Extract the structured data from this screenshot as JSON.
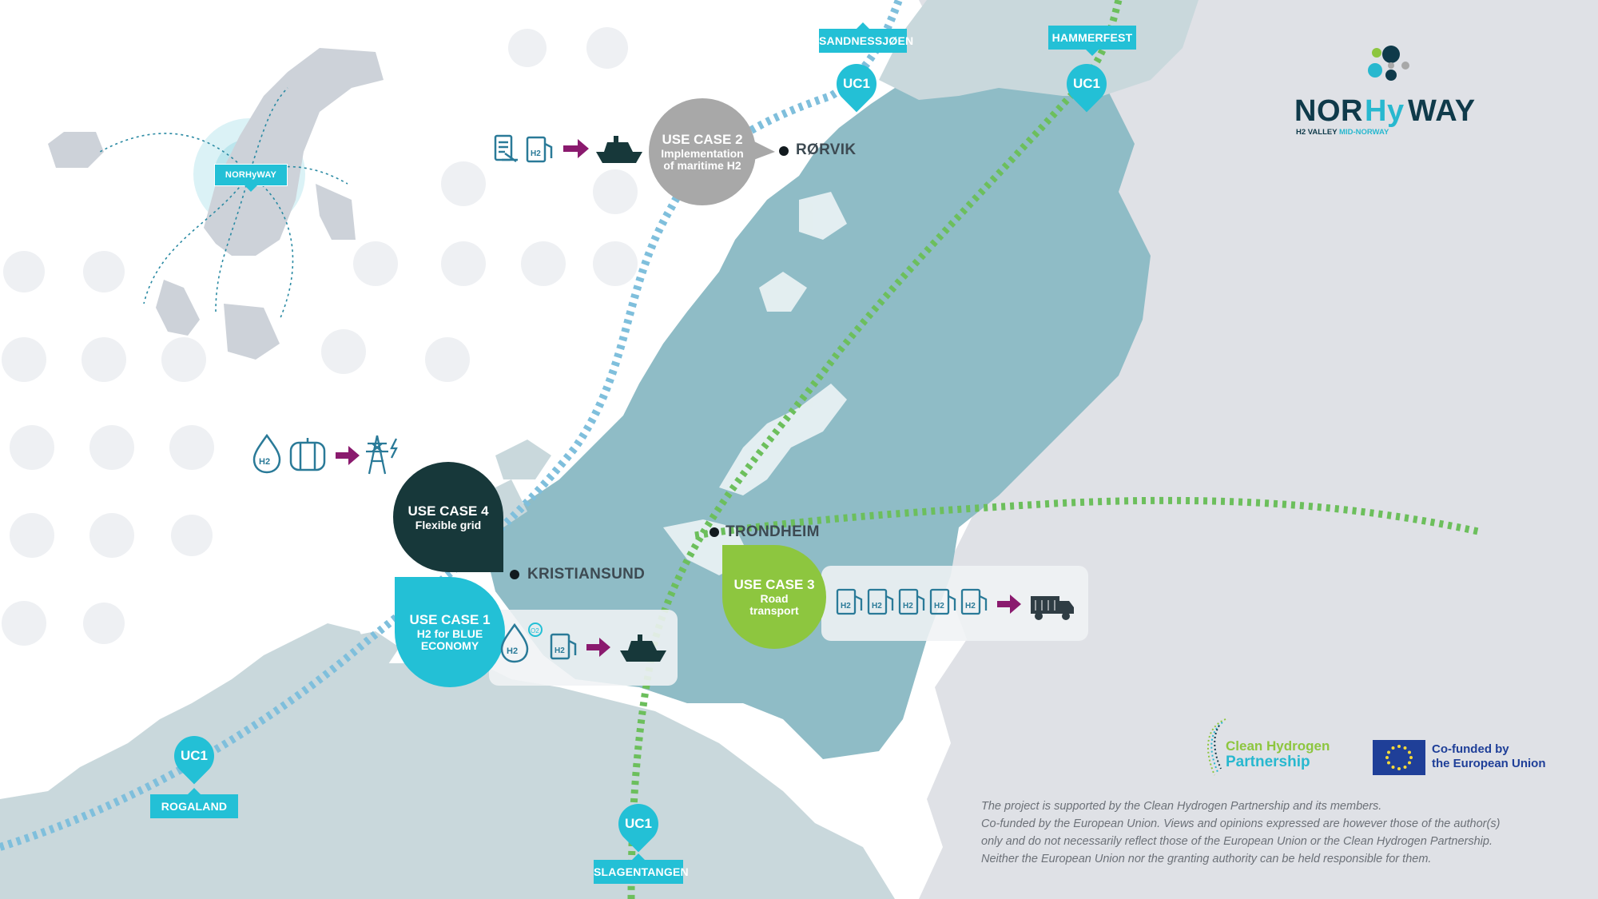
{
  "inset": {
    "label": "NORHyWAY"
  },
  "logo": {
    "name_part1": "NOR",
    "name_part2": "Hy",
    "name_part3": "WAY",
    "tagline_part1": "H2 VALLEY",
    "tagline_part2": "MID-NORWAY",
    "colors": {
      "dark": "#0f3a4a",
      "accent": "#28b8cf",
      "green": "#8dc63f"
    }
  },
  "locations": [
    {
      "name": "SANDNESSJØEN",
      "pin": "UC1"
    },
    {
      "name": "HAMMERFEST",
      "pin": "UC1"
    },
    {
      "name": "ROGALAND",
      "pin": "UC1"
    },
    {
      "name": "SLAGENTANGEN",
      "pin": "UC1"
    }
  ],
  "cities": {
    "rorvik": "RØRVIK",
    "kristiansund": "KRISTIANSUND",
    "trondheim": "TRONDHEIM"
  },
  "use_cases": {
    "uc1": {
      "title": "USE CASE 1",
      "subtitle_line1": "H2 for BLUE",
      "subtitle_line2": "ECONOMY",
      "color": "#23c0d6"
    },
    "uc2": {
      "title": "USE CASE 2",
      "subtitle_line1": "Implementation",
      "subtitle_line2": "of maritime H2",
      "color": "#a8a8a8"
    },
    "uc3": {
      "title": "USE CASE 3",
      "subtitle_line1": "Road",
      "subtitle_line2": "transport",
      "color": "#8dc63f"
    },
    "uc4": {
      "title": "USE CASE 4",
      "subtitle_line1": "Flexible grid",
      "color": "#17383a"
    }
  },
  "icon_labels": {
    "h2": "H2",
    "o2": "O2"
  },
  "icons": {
    "uc2_flow": [
      "document-icon",
      "h2-pump-icon",
      "arrow-right-icon",
      "ship-icon"
    ],
    "uc4_flow": [
      "h2-drop-icon",
      "electrolyzer-icon",
      "arrow-right-icon",
      "power-pylon-icon"
    ],
    "uc1_flow": [
      "h2-o2-drop-icon",
      "h2-pump-icon",
      "arrow-right-icon",
      "ship-icon"
    ],
    "uc3_flow": [
      "h2-pump-icon",
      "h2-pump-icon",
      "h2-pump-icon",
      "h2-pump-icon",
      "h2-pump-icon",
      "arrow-right-icon",
      "truck-icon"
    ]
  },
  "partners": {
    "clean_h2_line1": "Clean Hydrogen",
    "clean_h2_line2": "Partnership",
    "eu_line1": "Co-funded by",
    "eu_line2": "the European Union"
  },
  "disclaimer": [
    "The project is supported by the Clean Hydrogen Partnership and its members.",
    "Co-funded by the European Union. Views and opinions expressed are however those of the author(s)",
    "only and do not necessarily reflect those of the European Union or the Clean Hydrogen  Partnership.",
    "Neither the European Union nor the granting authority can be held responsible for them."
  ],
  "colors": {
    "land_grey": "#dfe1e6",
    "land_region": "#8fbcc6",
    "maritime_route": "#7fbfdc",
    "road_route": "#6cbf5c",
    "arrow": "#8a1a6e"
  }
}
